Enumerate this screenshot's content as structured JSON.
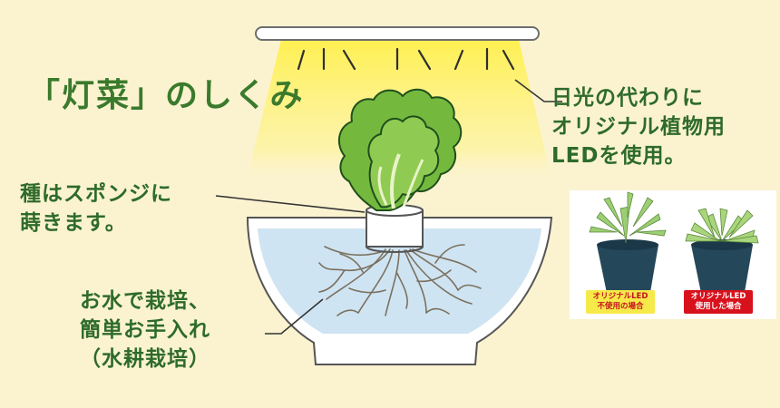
{
  "title": "「灯菜」のしくみ",
  "callouts": {
    "led": [
      "日光の代わりに",
      "オリジナル植物用",
      "LEDを使用。"
    ],
    "seed": [
      "種はスポンジに",
      "蒔きます。"
    ],
    "water": [
      "お水で栽培、",
      "簡単お手入れ",
      "（水耕栽培）"
    ]
  },
  "photo": {
    "without_led": [
      "オリジナルLED",
      "不使用の場合"
    ],
    "with_led": [
      "オリジナルLED",
      "使用した場合"
    ]
  },
  "colors": {
    "background": "#fbf3d0",
    "text_green": "#2e6b2a",
    "light_beam": "#fff04a",
    "water": "#cfe4f2",
    "tag_yellow": "#f6e94a",
    "tag_red": "#d8121d"
  }
}
